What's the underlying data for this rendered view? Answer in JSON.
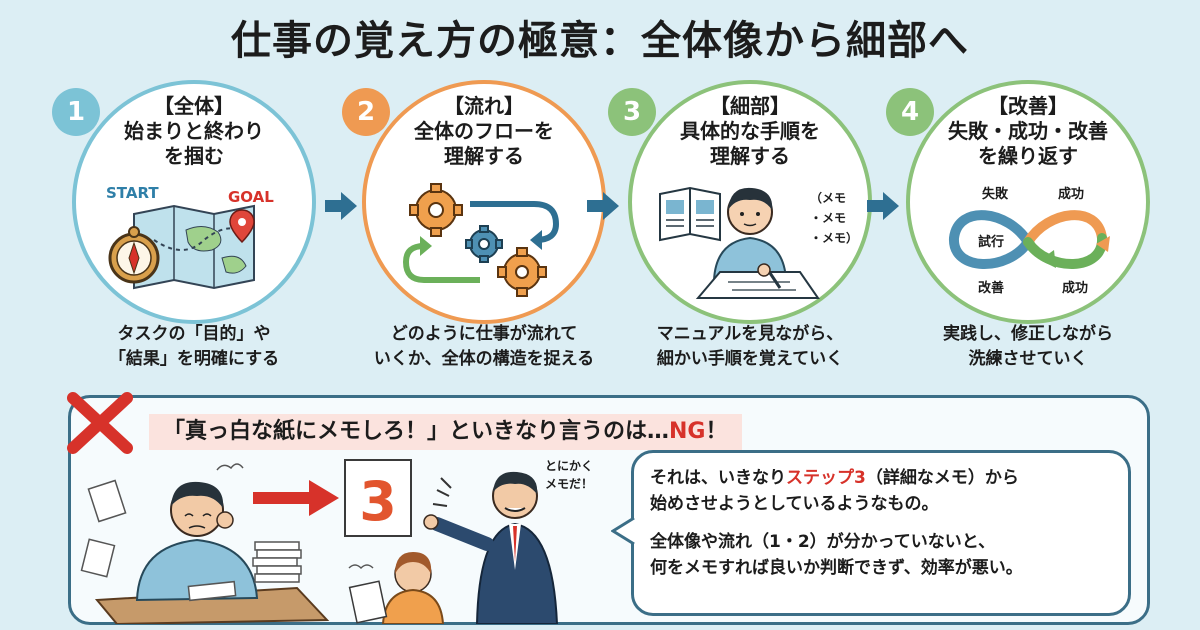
{
  "title": "仕事の覚え方の極意：全体像から細部へ",
  "colors": {
    "step1": "#7cc3d6",
    "step2": "#ef9a52",
    "step3": "#8cc27a",
    "step4": "#8cc27a",
    "arrow": "#2e6f92",
    "ng": "#d7322a"
  },
  "steps": [
    {
      "number": "1",
      "heading": "【全体】",
      "line1": "始まりと終わり",
      "line2": "を掴む",
      "illus_start": "START",
      "illus_goal": "GOAL",
      "desc1": "タスクの「目的」や",
      "desc2": "「結果」を明確にする",
      "icon": "map-compass-icon"
    },
    {
      "number": "2",
      "heading": "【流れ】",
      "line1": "全体のフローを",
      "line2": "理解する",
      "desc1": "どのように仕事が流れて",
      "desc2": "いくか、全体の構造を捉える",
      "icon": "gears-flow-icon"
    },
    {
      "number": "3",
      "heading": "【細部】",
      "line1": "具体的な手順を",
      "line2": "理解する",
      "memo1": "（メモ・",
      "memo2": "・メモ・",
      "memo3": "・メモ）",
      "desc1": "マニュアルを見ながら、",
      "desc2": "細かい手順を覚えていく",
      "icon": "manual-reading-icon"
    },
    {
      "number": "4",
      "heading": "【改善】",
      "line1": "失敗・成功・改善",
      "line2": "を繰り返す",
      "loop_fail": "失敗",
      "loop_success_top": "成功",
      "loop_trial": "試行",
      "loop_improve": "改善",
      "loop_success_bottom": "成功",
      "desc1": "実践し、修正しながら",
      "desc2": "洗練させていく",
      "icon": "infinity-loop-icon"
    }
  ],
  "ng": {
    "heading_main": "「真っ白な紙にメモしろ！」といきなり言うのは…",
    "heading_ng": "NG",
    "heading_end": "！",
    "big_number": "3",
    "boss_speech1": "とにかく",
    "boss_speech2": "メモだ！",
    "bubble_p1_a": "それは、いきなり",
    "bubble_p1_hl": "ステップ3",
    "bubble_p1_b": "（詳細なメモ）から",
    "bubble_p1_c": "始めさせようとしているようなもの。",
    "bubble_p2_a": "全体像や流れ（1・2）が分かっていないと、",
    "bubble_p2_b": "何をメモすれば良いか判断できず、効率が悪い。"
  }
}
